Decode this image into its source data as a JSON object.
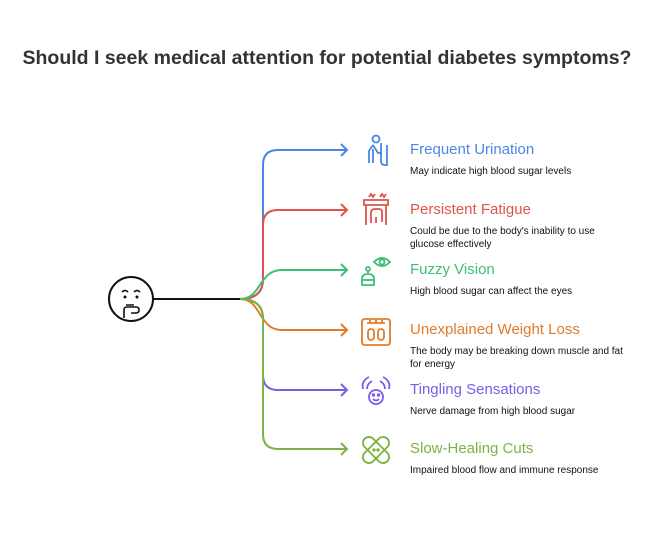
{
  "title": "Should I seek medical attention for potential diabetes symptoms?",
  "center_icon": "thinking-face-icon",
  "branches": [
    {
      "label": "Frequent Urination",
      "description": "May indicate high blood sugar levels",
      "color": "#4a86e8",
      "icon": "urinal-person-icon"
    },
    {
      "label": "Persistent Fatigue",
      "description": "Could be due to the body's inability to use glucose effectively",
      "color": "#e0534a",
      "icon": "tired-person-icon"
    },
    {
      "label": "Fuzzy Vision",
      "description": "High blood sugar can affect the eyes",
      "color": "#3dbf78",
      "icon": "eye-icon"
    },
    {
      "label": "Unexplained Weight Loss",
      "description": "The body may be breaking down muscle and fat for energy",
      "color": "#e07b2a",
      "icon": "scale-icon"
    },
    {
      "label": "Tingling Sensations",
      "description": "Nerve damage from high blood sugar",
      "color": "#7b5ce6",
      "icon": "tingling-face-icon"
    },
    {
      "label": "Slow-Healing Cuts",
      "description": "Impaired blood flow and immune response",
      "color": "#7cb342",
      "icon": "bandage-icon"
    }
  ]
}
